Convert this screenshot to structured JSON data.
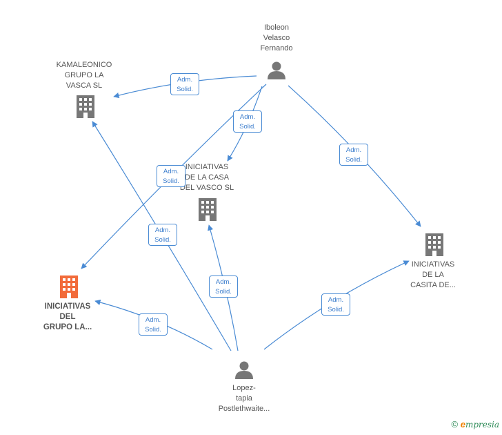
{
  "colors": {
    "edge": "#4a8bd4",
    "node_gray": "#777777",
    "node_highlight": "#f26b3a",
    "footer": "#2e8b57",
    "footer_e": "#f08000"
  },
  "nodes": {
    "iboleon": {
      "label": "Iboleon\nVelasco\nFernando",
      "icon": "person-icon"
    },
    "kamaleonico": {
      "label": "KAMALEONICO\nGRUPO LA\nVASCA  SL",
      "icon": "building-icon"
    },
    "casa_vasco": {
      "label": "INICIATIVAS\nDE LA CASA\nDEL VASCO  SL",
      "icon": "building-icon"
    },
    "casita": {
      "label": "INICIATIVAS\nDE LA\nCASITA DE...",
      "icon": "building-icon"
    },
    "grupo": {
      "label": "INICIATIVAS\nDEL\nGRUPO LA...",
      "icon": "building-icon"
    },
    "lopez": {
      "label": "Lopez-\ntapia\nPostlethwaite...",
      "icon": "person-icon"
    }
  },
  "edge_label": "Adm.\nSolid.",
  "edges": [
    {
      "from": "iboleon",
      "to": "kamaleonico",
      "label": "Adm.\nSolid."
    },
    {
      "from": "iboleon",
      "to": "casa_vasco",
      "label": "Adm.\nSolid."
    },
    {
      "from": "iboleon",
      "to": "grupo",
      "label": "Adm.\nSolid."
    },
    {
      "from": "iboleon",
      "to": "casita",
      "label": "Adm.\nSolid."
    },
    {
      "from": "lopez",
      "to": "kamaleonico",
      "label": "Adm.\nSolid."
    },
    {
      "from": "lopez",
      "to": "casa_vasco",
      "label": "Adm.\nSolid."
    },
    {
      "from": "lopez",
      "to": "grupo",
      "label": "Adm.\nSolid."
    },
    {
      "from": "lopez",
      "to": "casita",
      "label": "Adm.\nSolid."
    }
  ],
  "footer": {
    "copyright": "©",
    "brand_first": "e",
    "brand_rest": "mpresia"
  }
}
